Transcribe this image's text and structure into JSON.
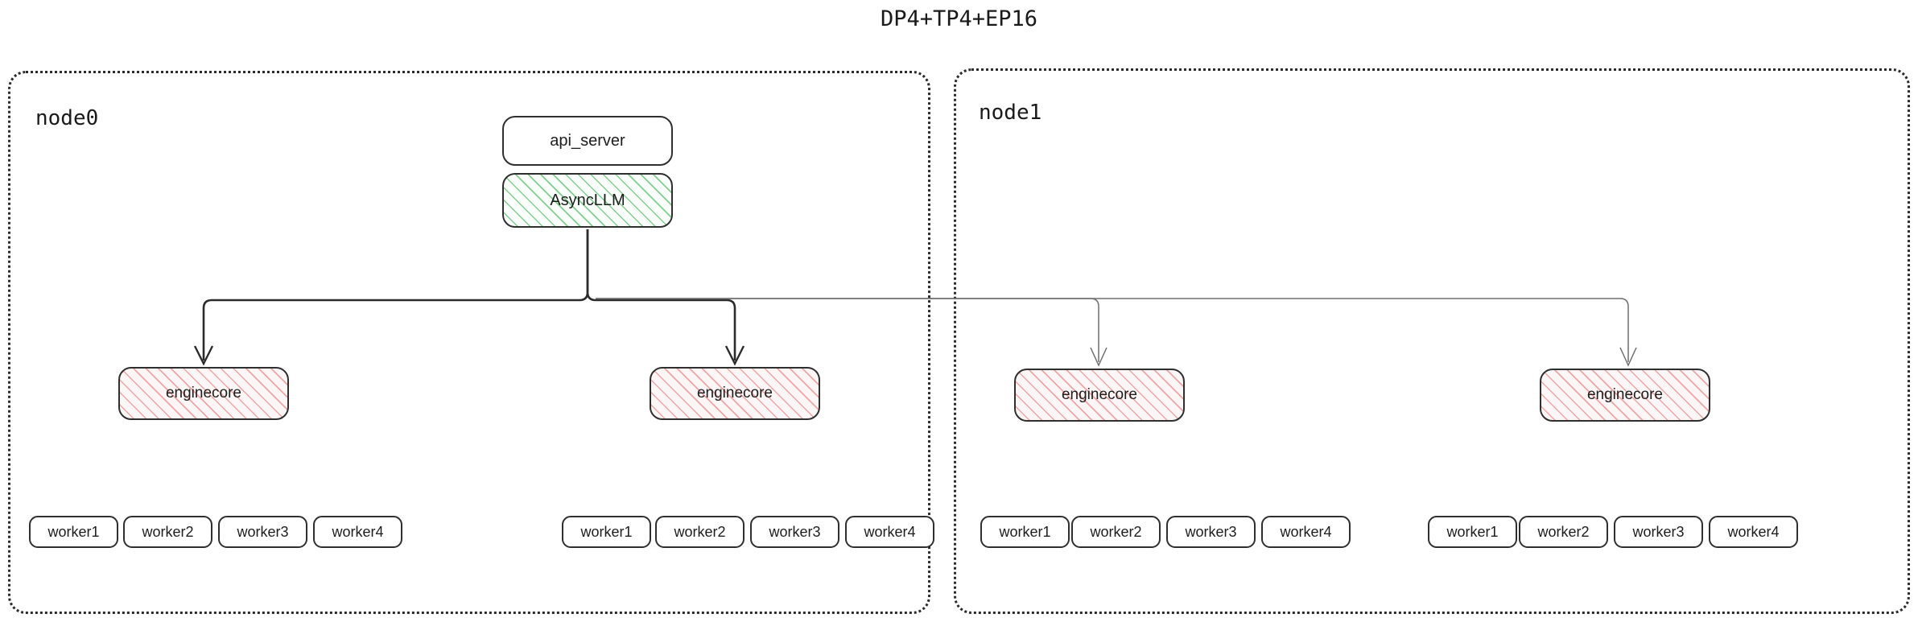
{
  "title": "DP4+TP4+EP16",
  "colors": {
    "stroke": "#2b2b2b",
    "light_stroke": "#6e6e6e",
    "hatch_green": "#78cd87",
    "hatch_red": "#ee9696",
    "background": "#ffffff"
  },
  "nodes": [
    {
      "id": "node0",
      "label": "node0",
      "components": {
        "api_server": "api_server",
        "async_llm": "AsyncLLM"
      },
      "enginecores": [
        {
          "label": "enginecore",
          "workers": [
            "worker1",
            "worker2",
            "worker3",
            "worker4"
          ]
        },
        {
          "label": "enginecore",
          "workers": [
            "worker1",
            "worker2",
            "worker3",
            "worker4"
          ]
        }
      ]
    },
    {
      "id": "node1",
      "label": "node1",
      "components": {},
      "enginecores": [
        {
          "label": "enginecore",
          "workers": [
            "worker1",
            "worker2",
            "worker3",
            "worker4"
          ]
        },
        {
          "label": "enginecore",
          "workers": [
            "worker1",
            "worker2",
            "worker3",
            "worker4"
          ]
        }
      ]
    }
  ]
}
